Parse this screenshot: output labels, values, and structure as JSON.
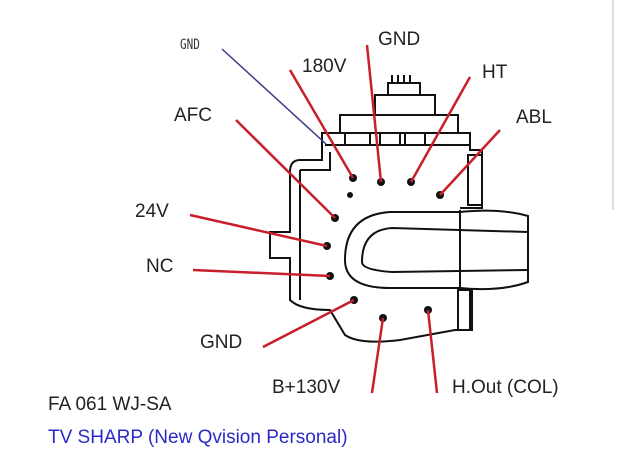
{
  "pins": {
    "gnd_small": "GND",
    "v180": "180V",
    "gnd_top": "GND",
    "ht": "HT",
    "abl": "ABL",
    "afc": "AFC",
    "v24": "24V",
    "nc": "NC",
    "gnd_bottom": "GND",
    "b130": "B+130V",
    "hout": "H.Out (COL)"
  },
  "caption": {
    "model": "FA 061 WJ-SA",
    "tv": "TV SHARP (New Qvision Personal)"
  },
  "colors": {
    "leader": "#c8202a",
    "gnd_leader": "#3a3a8a",
    "caption_tv": "#2a2ac8"
  }
}
